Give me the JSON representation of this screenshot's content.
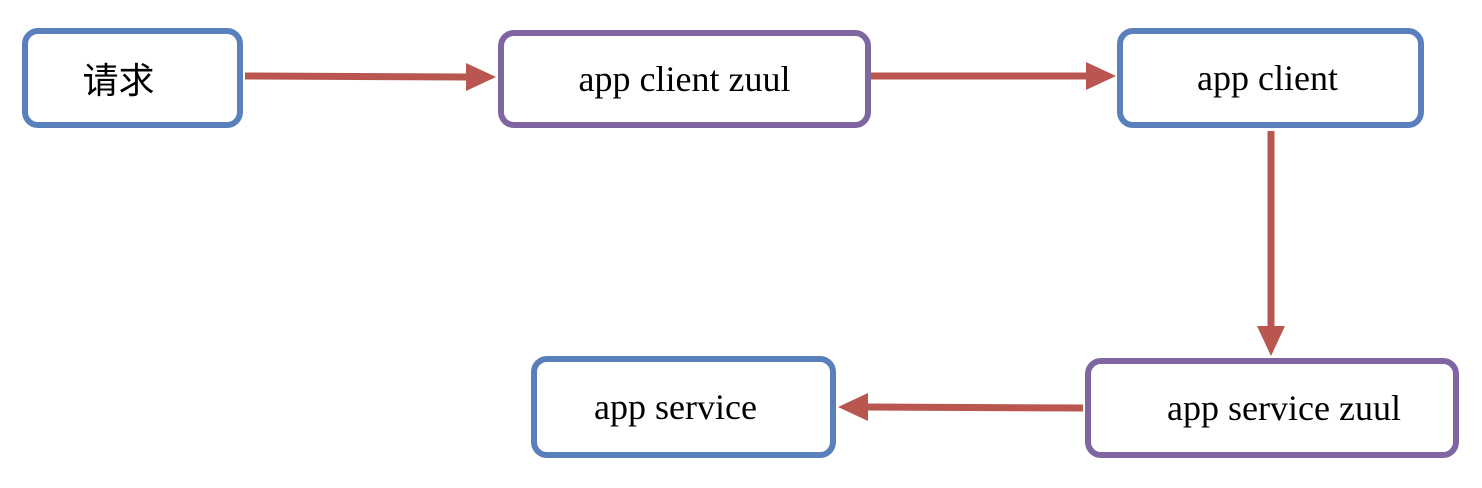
{
  "colors": {
    "blue_border": "#5a7fbd",
    "purple_border": "#7f66a1",
    "arrow": "#b9564f"
  },
  "nodes": {
    "request": {
      "label": "请求"
    },
    "app_client_zuul": {
      "label": "app client zuul"
    },
    "app_client": {
      "label": "app client"
    },
    "app_service_zuul": {
      "label": "app service zuul"
    },
    "app_service": {
      "label": "app service"
    }
  },
  "edges": [
    {
      "from": "请求",
      "to": "app client zuul"
    },
    {
      "from": "app client zuul",
      "to": "app client"
    },
    {
      "from": "app client",
      "to": "app service zuul"
    },
    {
      "from": "app service zuul",
      "to": "app service"
    }
  ]
}
